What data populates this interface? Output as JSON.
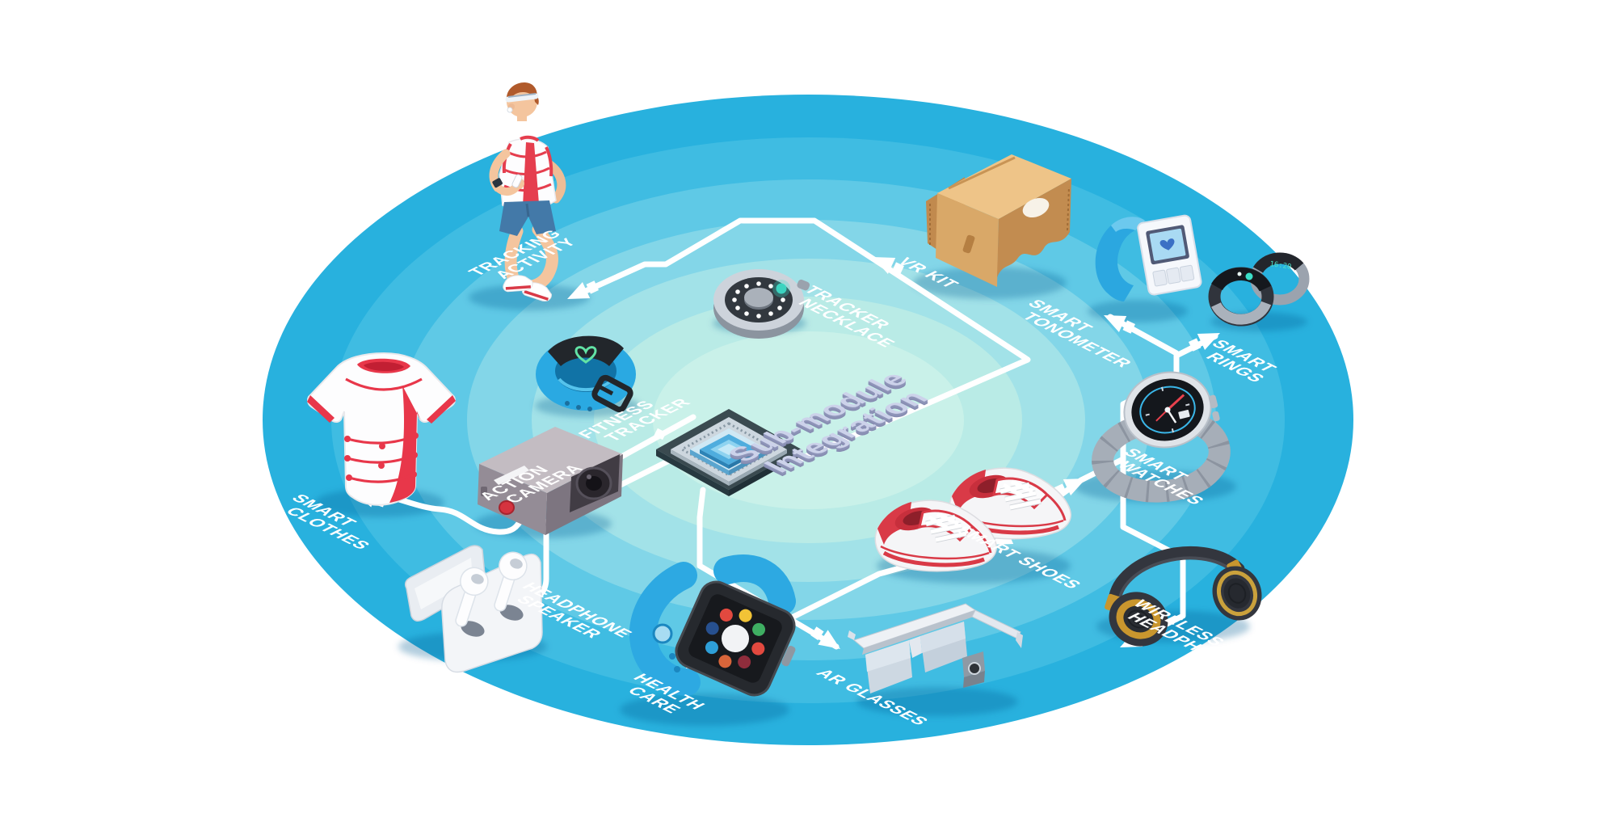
{
  "scene": {
    "background": "#ffffff",
    "disc_colors": [
      "#28b1de",
      "#3fbce2",
      "#5fc9e6",
      "#83d6e8",
      "#a2e2e8",
      "#b9ebe6",
      "#c9f1e9"
    ],
    "connector_color": "#ffffff",
    "label_color": "#ffffff",
    "center_text_color": "#ccd2ea",
    "device_red": "#d93a47",
    "device_blue": "#2da9e2"
  },
  "hub": {
    "line1": "Sub-module",
    "line2": "Integration"
  },
  "labels": {
    "tracking_activity": {
      "line1": "TRACKING",
      "line2": "ACTIVITY"
    },
    "vr_kit": {
      "line1": "VR KIT"
    },
    "tracker_necklace": {
      "line1": "TRACKER",
      "line2": "NECKLACE"
    },
    "smart_tonometer": {
      "line1": "SMART",
      "line2": "TONOMETER"
    },
    "smart_rings": {
      "line1": "SMART",
      "line2": "RINGS"
    },
    "smart_watches": {
      "line1": "SMART",
      "line2": "WATCHES"
    },
    "wireless_headphones": {
      "line1": "WIRELESS",
      "line2": "HEADPHONES"
    },
    "smart_shoes": {
      "line1": "SMART SHOES"
    },
    "ar_glasses": {
      "line1": "AR GLASSES"
    },
    "health_care": {
      "line1": "HEALTH",
      "line2": "CARE"
    },
    "headphone_speaker": {
      "line1": "HEADPHONE",
      "line2": "SPEAKER"
    },
    "smart_clothes": {
      "line1": "SMART",
      "line2": "CLOTHES"
    },
    "action_camera": {
      "line1": "ACTION",
      "line2": "CAMERA"
    },
    "fitness_tracker": {
      "line1": "FITNESS",
      "line2": "TRACKER"
    }
  },
  "ring_display": "16:20"
}
